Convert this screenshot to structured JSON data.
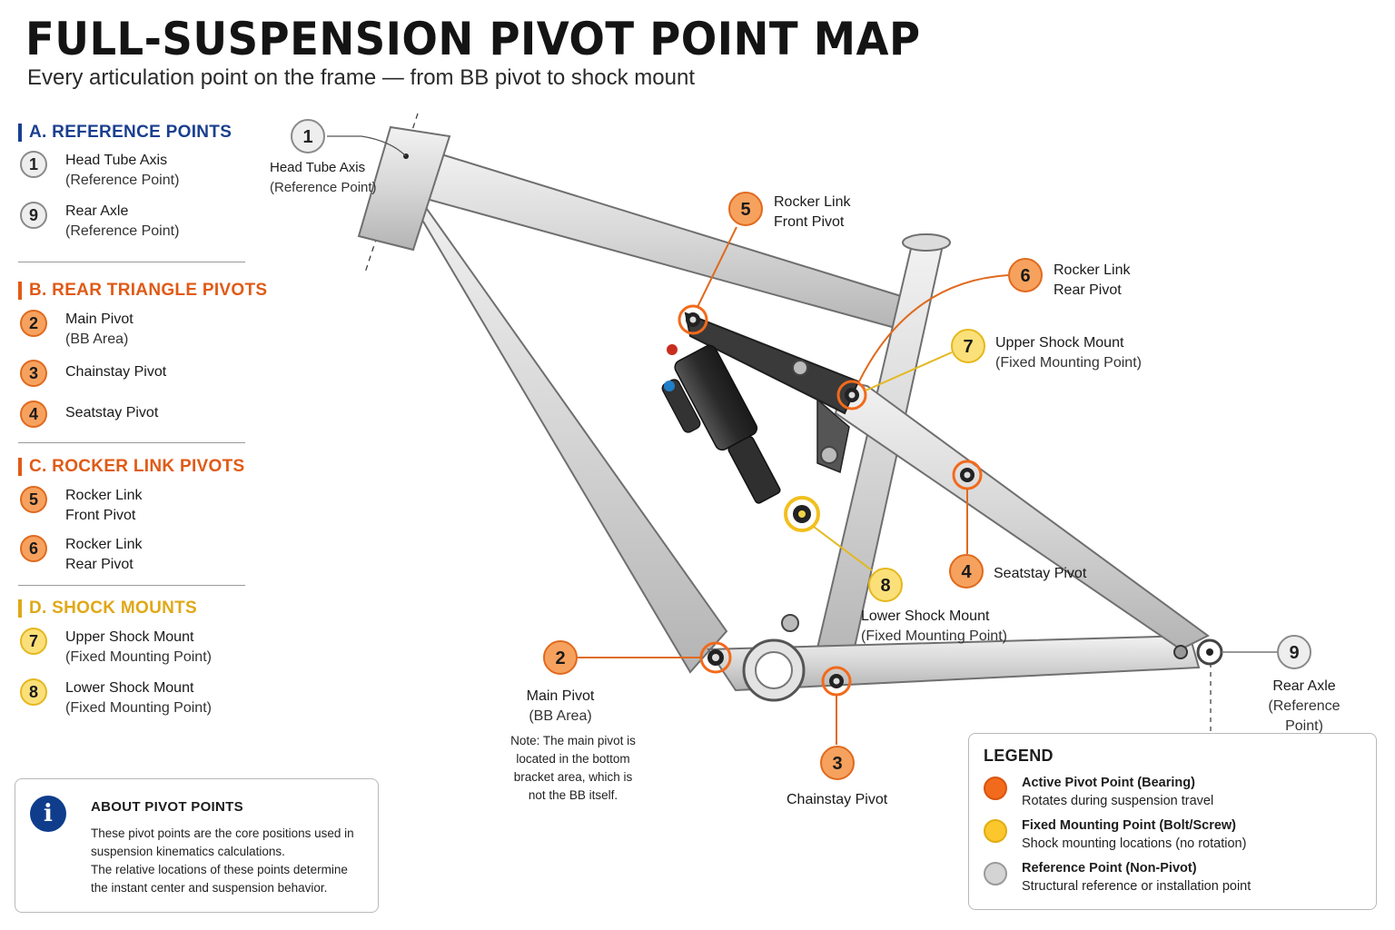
{
  "header": {
    "title": "FULL-SUSPENSION PIVOT POINT MAP",
    "subtitle": "Every articulation point on the frame — from BB pivot to shock mount"
  },
  "colors": {
    "reference": "#8a8a8a",
    "active": "#e06a1e",
    "fixed": "#e4b81d",
    "section_a": "#1a3f8f",
    "section_b": "#e05a16",
    "section_c": "#e05a16",
    "section_d": "#e0a818"
  },
  "sidebar": {
    "sections": [
      {
        "heading": "A. REFERENCE POINTS",
        "items": [
          {
            "num": "1",
            "name": "Head Tube Axis",
            "detail": "(Reference Point)"
          },
          {
            "num": "9",
            "name": "Rear Axle",
            "detail": "(Reference Point)"
          }
        ]
      },
      {
        "heading": "B. REAR TRIANGLE PIVOTS",
        "items": [
          {
            "num": "2",
            "name": "Main Pivot",
            "detail": "(BB Area)"
          },
          {
            "num": "3",
            "name": "Chainstay Pivot",
            "detail": ""
          },
          {
            "num": "4",
            "name": "Seatstay Pivot",
            "detail": ""
          }
        ]
      },
      {
        "heading": "C. ROCKER LINK PIVOTS",
        "items": [
          {
            "num": "5",
            "name": "Rocker Link",
            "detail": "Front Pivot"
          },
          {
            "num": "6",
            "name": "Rocker Link",
            "detail": "Rear Pivot"
          }
        ]
      },
      {
        "heading": "D. SHOCK MOUNTS",
        "items": [
          {
            "num": "7",
            "name": "Upper Shock Mount",
            "detail": "(Fixed Mounting Point)"
          },
          {
            "num": "8",
            "name": "Lower Shock Mount",
            "detail": "(Fixed Mounting Point)"
          }
        ]
      }
    ]
  },
  "diagram": {
    "callouts": [
      {
        "num": "1",
        "line1": "Head Tube Axis",
        "line2": "(Reference Point)"
      },
      {
        "num": "2",
        "line1": "Main Pivot",
        "line2": "(BB Area)"
      },
      {
        "num": "3",
        "line1": "Chainstay Pivot",
        "line2": ""
      },
      {
        "num": "4",
        "line1": "Seatstay Pivot",
        "line2": ""
      },
      {
        "num": "5",
        "line1": "Rocker Link",
        "line2": "Front Pivot"
      },
      {
        "num": "6",
        "line1": "Rocker Link",
        "line2": "Rear Pivot"
      },
      {
        "num": "7",
        "line1": "Upper Shock Mount",
        "line2": "(Fixed Mounting Point)"
      },
      {
        "num": "8",
        "line1": "Lower Shock Mount",
        "line2": "(Fixed Mounting Point)"
      },
      {
        "num": "9",
        "line1": "Rear Axle",
        "line2": "(Reference Point)"
      }
    ],
    "main_pivot_note": "Note: The main pivot is located in the bottom bracket area, which is not the BB itself."
  },
  "info": {
    "icon": "info-icon",
    "title": "ABOUT PIVOT POINTS",
    "body_1": "These pivot points are the core positions used in suspension kinematics calculations.",
    "body_2": "The relative locations of these points determine the instant center and suspension behavior."
  },
  "legend": {
    "title": "LEGEND",
    "entries": [
      {
        "name": "Active Pivot Point (Bearing)",
        "desc": "Rotates during suspension travel",
        "color": "#f26a1b"
      },
      {
        "name": "Fixed Mounting Point (Bolt/Screw)",
        "desc": "Shock mounting locations (no rotation)",
        "color": "#fcc72c"
      },
      {
        "name": "Reference Point (Non-Pivot)",
        "desc": "Structural reference or installation point",
        "color": "#d4d4d4"
      }
    ]
  }
}
